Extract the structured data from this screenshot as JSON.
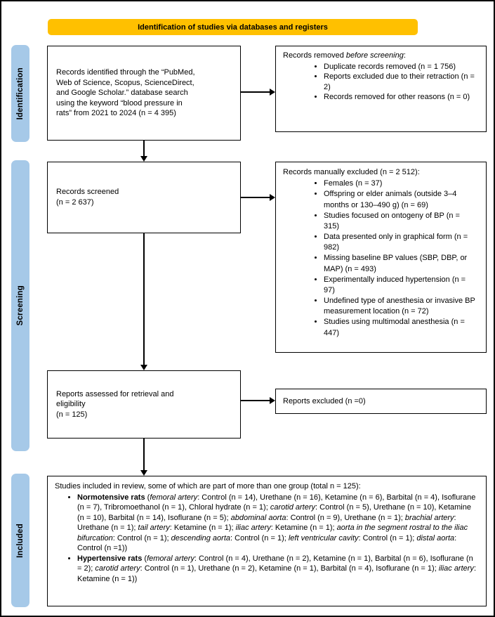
{
  "colors": {
    "banner-bg": "#FFC000",
    "stage-bg": "#A6C9E8",
    "box-border": "#000000"
  },
  "banner": {
    "label": "Identification of studies via databases and registers"
  },
  "stages": {
    "identification": "Identification",
    "screening": "Screening",
    "included": "Included"
  },
  "boxes": {
    "identified": {
      "text": "Records identified through the “PubMed,\nWeb of Science, Scopus, ScienceDirect,\nand Google Scholar.” database search\nusing the keyword “blood pressure in\nrats” from 2021 to 2024 (n = 4 395)"
    },
    "removed": {
      "title_segments": [
        {
          "t": "Records removed "
        },
        {
          "t": "before screening",
          "i": true
        },
        {
          "t": ":"
        }
      ],
      "bullets": [
        "Duplicate records removed (n = 1 756)",
        "Reports excluded due to their retraction (n = 2)",
        "Records removed for other reasons (n = 0)"
      ]
    },
    "screened": {
      "text": "Records screened\n(n = 2 637)"
    },
    "excluded_manual": {
      "title": "Records manually excluded (n = 2 512):",
      "bullets": [
        "Females (n = 37)",
        "Offspring or elder animals (outside 3–4 months or 130–490 g) (n = 69)",
        "Studies focused on ontogeny of BP (n = 315)",
        "Data presented only in graphical form (n = 982)",
        "Missing baseline BP values (SBP, DBP, or MAP) (n = 493)",
        "Experimentally induced hypertension (n = 97)",
        "Undefined type of anesthesia or invasive BP measurement location (n = 72)",
        "Studies using multimodal anesthesia (n = 447)"
      ]
    },
    "assessed": {
      "text": "Reports assessed for retrieval and\neligibility\n(n = 125)"
    },
    "reports_excluded": {
      "text": "Reports excluded (n =0)"
    },
    "included": {
      "intro": "Studies included in review, some of which are part of more than one group (total n = 125):",
      "bullets": [
        {
          "segments": [
            {
              "t": "Normotensive rats ",
              "b": true
            },
            {
              "t": "("
            },
            {
              "t": "femoral artery",
              "i": true
            },
            {
              "t": ": Control (n = 14), Urethane (n = 16), Ketamine (n = 6), Barbital (n = 4), Isoflurane (n = 7), Tribromoethanol (n = 1), Chloral hydrate (n = 1); "
            },
            {
              "t": "carotid artery",
              "i": true
            },
            {
              "t": ": Control (n = 5), Urethane (n = 10), Ketamine (n = 10), Barbital (n = 14), Isoflurane (n = 5); "
            },
            {
              "t": "abdominal aorta",
              "i": true
            },
            {
              "t": ": Control (n = 9), Urethane (n = 1); "
            },
            {
              "t": "brachial artery",
              "i": true
            },
            {
              "t": ": Urethane (n = 1); "
            },
            {
              "t": "tail artery",
              "i": true
            },
            {
              "t": ": Ketamine (n = 1); "
            },
            {
              "t": "iliac artery",
              "i": true
            },
            {
              "t": ": Ketamine (n = 1); "
            },
            {
              "t": "aorta in the segment rostral to the iliac bifurcation",
              "i": true
            },
            {
              "t": ": Control (n = 1); "
            },
            {
              "t": "descending aorta",
              "i": true
            },
            {
              "t": ": Control (n = 1); "
            },
            {
              "t": "left ventricular cavity",
              "i": true
            },
            {
              "t": ": Control (n = 1); "
            },
            {
              "t": "distal aorta",
              "i": true
            },
            {
              "t": ": Control (n =1))"
            }
          ]
        },
        {
          "segments": [
            {
              "t": "Hypertensive rats ",
              "b": true
            },
            {
              "t": "("
            },
            {
              "t": "femoral artery",
              "i": true
            },
            {
              "t": ": Control (n = 4), Urethane (n = 2), Ketamine (n = 1), Barbital (n = 6), Isoflurane (n = 2); "
            },
            {
              "t": "carotid artery",
              "i": true
            },
            {
              "t": ": Control (n = 1), Urethane (n = 2), Ketamine (n = 1), Barbital (n = 4), Isoflurane (n = 1); "
            },
            {
              "t": "iliac artery",
              "i": true
            },
            {
              "t": ": Ketamine (n = 1))"
            }
          ]
        }
      ]
    }
  }
}
